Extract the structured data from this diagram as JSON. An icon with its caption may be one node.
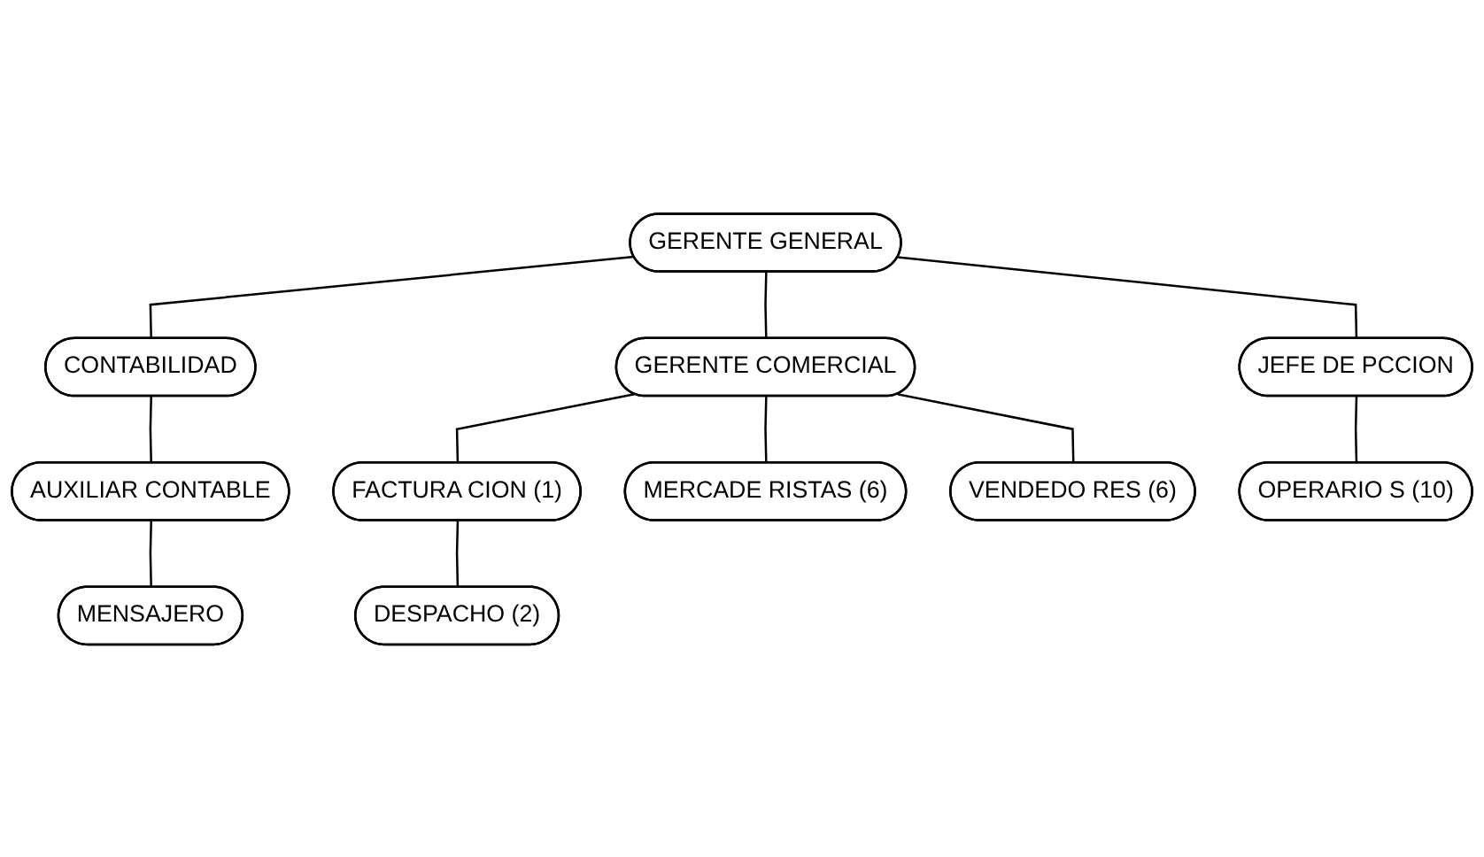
{
  "diagram": {
    "nodes": [
      {
        "text": [
          "GERENTE GENERAL"
        ]
      },
      {
        "text": [
          "CONTABILIDAD"
        ]
      },
      {
        "text": [
          "GERENTE COMERCIAL"
        ]
      },
      {
        "text": [
          "JEFE DE PCCION"
        ]
      },
      {
        "text": [
          "AUXILIAR CONTABLE"
        ]
      },
      {
        "text": [
          "FACTURA CION (1)"
        ]
      },
      {
        "text": [
          "MERCADE RISTAS (6)"
        ]
      },
      {
        "text": [
          "VENDEDO RES (6)"
        ]
      },
      {
        "text": [
          "OPERARIO S (10)"
        ]
      },
      {
        "text": [
          "MENSAJERO"
        ]
      },
      {
        "text": [
          "DESPACHO (2)"
        ]
      }
    ],
    "edges": [
      {
        "from": 0,
        "to": 1,
        "arrow": "none"
      },
      {
        "from": 0,
        "to": 2,
        "arrow": "none"
      },
      {
        "from": 0,
        "to": 3,
        "arrow": "none"
      },
      {
        "from": 1,
        "to": 4,
        "arrow": "none"
      },
      {
        "from": 2,
        "to": 5,
        "arrow": "none"
      },
      {
        "from": 2,
        "to": 6,
        "arrow": "none"
      },
      {
        "from": 2,
        "to": 7,
        "arrow": "none"
      },
      {
        "from": 3,
        "to": 8,
        "arrow": "none"
      },
      {
        "from": 4,
        "to": 9,
        "arrow": "none"
      },
      {
        "from": 5,
        "to": 10,
        "arrow": "none"
      }
    ]
  }
}
